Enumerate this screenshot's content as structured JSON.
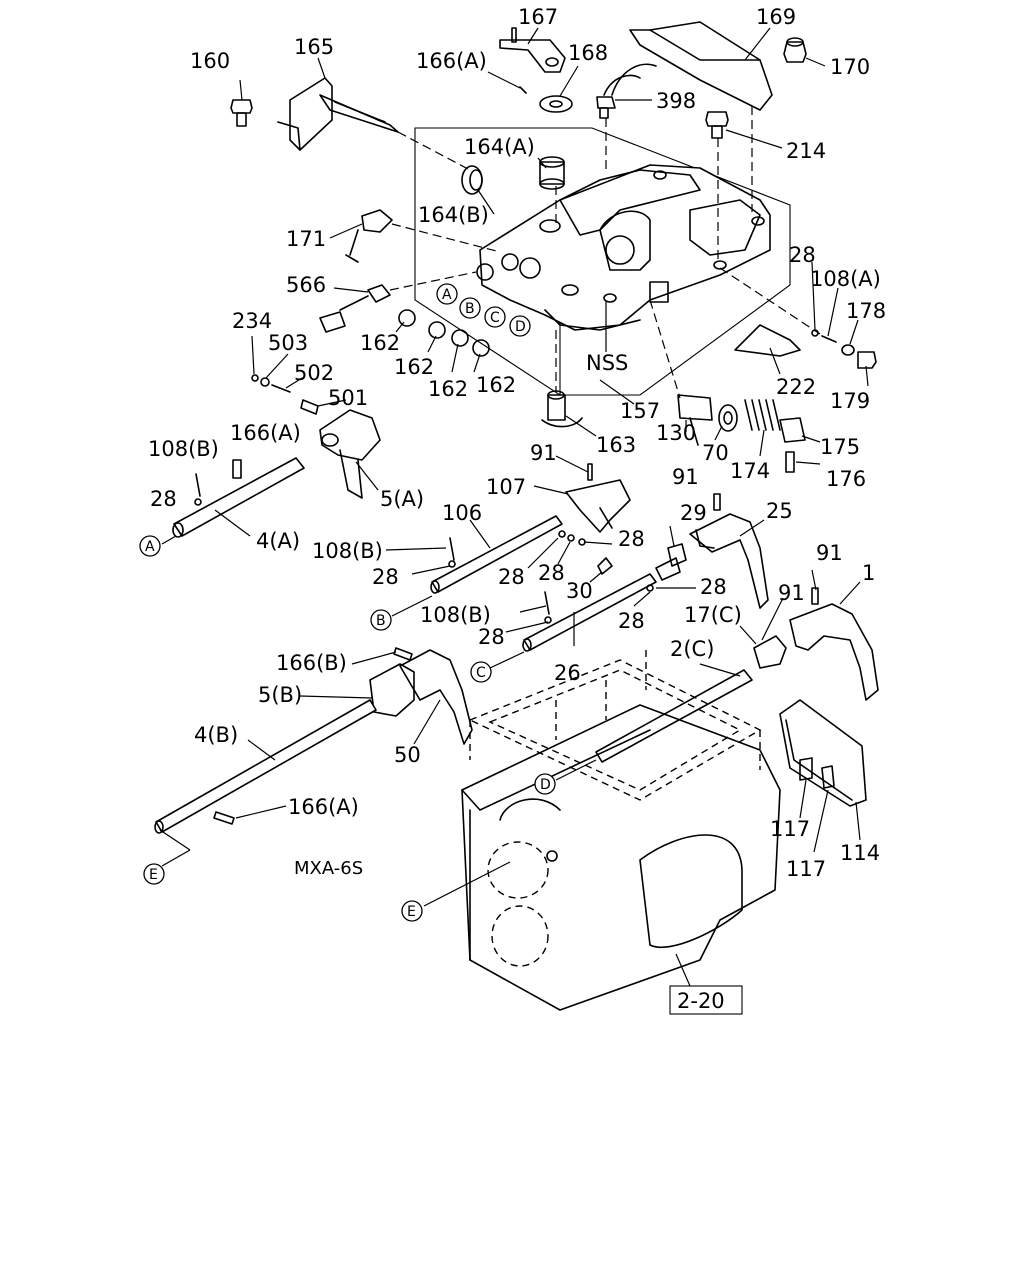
{
  "labels": {
    "l160": "160",
    "l165": "165",
    "l167": "167",
    "l166a_top": "166(A)",
    "l168": "168",
    "l169": "169",
    "l170": "170",
    "l398": "398",
    "l164a": "164(A)",
    "l214": "214",
    "l164b": "164(B)",
    "l171": "171",
    "l566": "566",
    "l28_r": "28",
    "l108a": "108(A)",
    "l178": "178",
    "l234": "234",
    "l503": "503",
    "l502": "502",
    "l501": "501",
    "l162a": "162",
    "l162b": "162",
    "l162c": "162",
    "l162d": "162",
    "l nss": "NSS",
    "l157": "157",
    "l222": "222",
    "l179": "179",
    "l163": "163",
    "l130": "130",
    "l175": "175",
    "l70": "70",
    "l174": "174",
    "l176": "176",
    "l108b_l": "108(B)",
    "l166a_l": "166(A)",
    "l28_l": "28",
    "l5a": "5(A)",
    "l4a": "4(A)",
    "l91_a": "91",
    "l107": "107",
    "l106": "106",
    "l91_b": "91",
    "l25": "25",
    "l29": "29",
    "l28_c": "28",
    "l108b_m": "108(B)",
    "l28_m": "28",
    "l28_d": "28",
    "l28_e": "28",
    "l30": "30",
    "l28_f": "28",
    "l91_c": "91",
    "l1": "1",
    "l108b_n": "108(B)",
    "l28_n": "28",
    "l28_g": "28",
    "l17c": "17(C)",
    "l91_d": "91",
    "l26": "26",
    "l166b": "166(B)",
    "l2c": "2(C)",
    "l5b": "5(B)",
    "l4b": "4(B)",
    "l50": "50",
    "l166a_b": "166(A)",
    "l117a": "117",
    "l117b": "117",
    "l114": "114",
    "model": "MXA-6S",
    "ref_box": "2-20"
  },
  "markers": {
    "A": "A",
    "B": "B",
    "C": "C",
    "D": "D",
    "E": "E"
  }
}
